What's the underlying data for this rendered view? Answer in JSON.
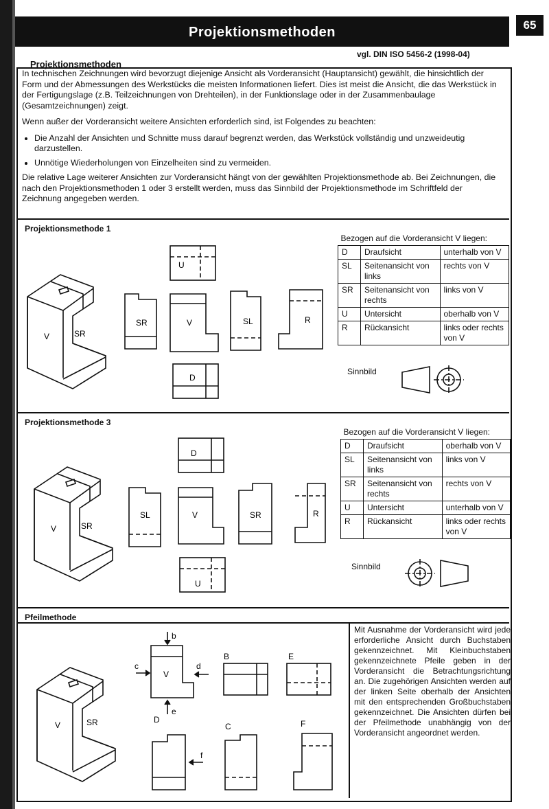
{
  "header": {
    "title": "Projektionsmethoden",
    "page_number": "65"
  },
  "section": {
    "title": "Projektionsmethoden",
    "reference": "vgl. DIN ISO 5456-2 (1998-04)"
  },
  "intro": {
    "paragraph1": "In technischen Zeichnungen wird bevorzugt diejenige Ansicht als Vorderansicht (Hauptansicht) gewählt, die hinsichtlich der Form und der Abmessungen des Werkstücks die meisten Informationen liefert. Dies ist meist die Ansicht, die das Werkstück in der Fertigungslage (z.B. Teilzeichnungen von Drehteilen), in der Funktionslage oder in der Zusammenbaulage (Gesamtzeichnungen) zeigt.",
    "paragraph2": "Wenn außer der Vorderansicht weitere Ansichten erforderlich sind, ist Folgendes zu beachten:",
    "bullets": [
      "Die Anzahl der Ansichten und Schnitte muss darauf begrenzt werden, das Werkstück vollständig und unzweideutig darzustellen.",
      "Unnötige Wiederholungen von Einzelheiten sind zu vermeiden."
    ],
    "paragraph3": "Die relative Lage weiterer Ansichten zur Vorderansicht hängt von der gewählten Projektionsmethode ab. Bei Zeichnungen, die nach den Projektionsmethoden 1 oder 3 erstellt werden, muss das Sinnbild der Projektionsmethode im Schriftfeld der Zeichnung angegeben werden."
  },
  "method1": {
    "title": "Projektionsmethode 1",
    "table_header": "Bezogen auf die Vorderansicht V liegen:",
    "rows": [
      {
        "code": "D",
        "name": "Draufsicht",
        "position": "unterhalb von V"
      },
      {
        "code": "SL",
        "name": "Seitenansicht von links",
        "position": "rechts von V"
      },
      {
        "code": "SR",
        "name": "Seitenansicht von rechts",
        "position": "links von V"
      },
      {
        "code": "U",
        "name": "Untersicht",
        "position": "oberhalb von V"
      },
      {
        "code": "R",
        "name": "Rückansicht",
        "position": "links oder rechts von V"
      }
    ],
    "symbol_label": "Sinnbild",
    "views": {
      "top": "U",
      "left": "SR",
      "center": "V",
      "right": "SL",
      "far_right": "R",
      "bottom": "D"
    },
    "iso_labels": {
      "front": "V",
      "side": "SR"
    }
  },
  "method3": {
    "title": "Projektionsmethode 3",
    "table_header": "Bezogen auf die Vorderansicht V liegen:",
    "rows": [
      {
        "code": "D",
        "name": "Draufsicht",
        "position": "oberhalb von V"
      },
      {
        "code": "SL",
        "name": "Seitenansicht von links",
        "position": "links von V"
      },
      {
        "code": "SR",
        "name": "Seitenansicht von rechts",
        "position": "rechts von V"
      },
      {
        "code": "U",
        "name": "Untersicht",
        "position": "unterhalb von V"
      },
      {
        "code": "R",
        "name": "Rückansicht",
        "position": "links oder rechts von V"
      }
    ],
    "symbol_label": "Sinnbild",
    "views": {
      "top": "D",
      "left": "SL",
      "center": "V",
      "right": "SR",
      "far_right": "R",
      "bottom": "U"
    },
    "iso_labels": {
      "front": "V",
      "side": "SR"
    }
  },
  "arrow_method": {
    "title": "Pfeilmethode",
    "text": "Mit Ausnahme der Vorderansicht wird jede erforderliche Ansicht durch Buchstaben gekennzeichnet. Mit Kleinbuchstaben gekennzeichnete Pfeile geben in der Vorderansicht die Betrachtungsrichtung an. Die zugehörigen Ansichten werden auf der linken Seite oberhalb der Ansichten mit den entsprechenden Großbuchstaben gekennzeichnet. Die Ansichten dürfen bei der Pfeilmethode unabhängig von der Vorderansicht angeordnet werden.",
    "view_letters": {
      "B": "B",
      "C": "C",
      "D": "D",
      "E": "E",
      "F": "F",
      "V": "V"
    },
    "arrow_letters": {
      "b": "b",
      "c": "c",
      "d": "d",
      "e": "e",
      "f": "f"
    },
    "iso_labels": {
      "front": "V",
      "side": "SR"
    }
  }
}
